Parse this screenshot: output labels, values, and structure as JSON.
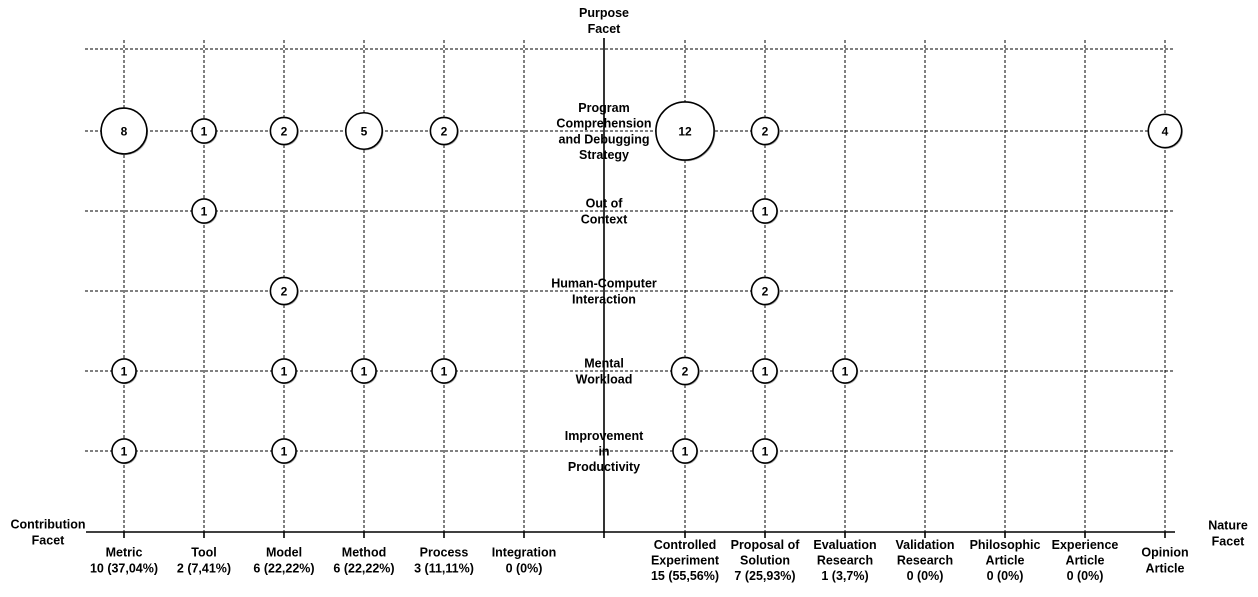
{
  "chart_data": {
    "type": "scatter",
    "grid": true,
    "vertical_axis_label": [
      "Purpose",
      "Facet"
    ],
    "left_axis_label": [
      "Contribution",
      "Facet"
    ],
    "right_axis_label": [
      "Nature",
      "Facet"
    ],
    "purpose_facet": [
      [
        "Program",
        "Comprehension",
        "and Debugging",
        "Strategy"
      ],
      [
        "Out of",
        "Context"
      ],
      [
        "Human-Computer",
        "Interaction"
      ],
      [
        "Mental",
        "Workload"
      ],
      [
        "Improvement",
        "in",
        "Productivity"
      ]
    ],
    "contribution_facet": [
      {
        "label": [
          "Metric"
        ],
        "total": "10 (37,04%)"
      },
      {
        "label": [
          "Tool"
        ],
        "total": "2 (7,41%)"
      },
      {
        "label": [
          "Model"
        ],
        "total": "6 (22,22%)"
      },
      {
        "label": [
          "Method"
        ],
        "total": "6 (22,22%)"
      },
      {
        "label": [
          "Process"
        ],
        "total": "3 (11,11%)"
      },
      {
        "label": [
          "Integration"
        ],
        "total": "0 (0%)"
      }
    ],
    "nature_facet": [
      {
        "label": [
          "Controlled",
          "Experiment"
        ],
        "total": "15 (55,56%)"
      },
      {
        "label": [
          "Proposal of",
          "Solution"
        ],
        "total": "7 (25,93%)"
      },
      {
        "label": [
          "Evaluation",
          "Research"
        ],
        "total": "1 (3,7%)"
      },
      {
        "label": [
          "Validation",
          "Research"
        ],
        "total": "0 (0%)"
      },
      {
        "label": [
          "Philosophic",
          "Article"
        ],
        "total": "0 (0%)"
      },
      {
        "label": [
          "Experience",
          "Article"
        ],
        "total": "0 (0%)"
      },
      {
        "label": [
          "Opinion",
          "Article"
        ]
      }
    ],
    "contribution_counts": [
      [
        8,
        1,
        2,
        5,
        2,
        0
      ],
      [
        0,
        1,
        0,
        0,
        0,
        0
      ],
      [
        0,
        0,
        2,
        0,
        0,
        0
      ],
      [
        1,
        0,
        1,
        1,
        1,
        0
      ],
      [
        1,
        0,
        1,
        0,
        0,
        0
      ]
    ],
    "nature_counts": [
      [
        12,
        2,
        0,
        0,
        0,
        0,
        4
      ],
      [
        0,
        1,
        0,
        0,
        0,
        0,
        0
      ],
      [
        0,
        2,
        0,
        0,
        0,
        0,
        0
      ],
      [
        2,
        1,
        1,
        0,
        0,
        0,
        0
      ],
      [
        1,
        1,
        0,
        0,
        0,
        0,
        0
      ]
    ]
  }
}
